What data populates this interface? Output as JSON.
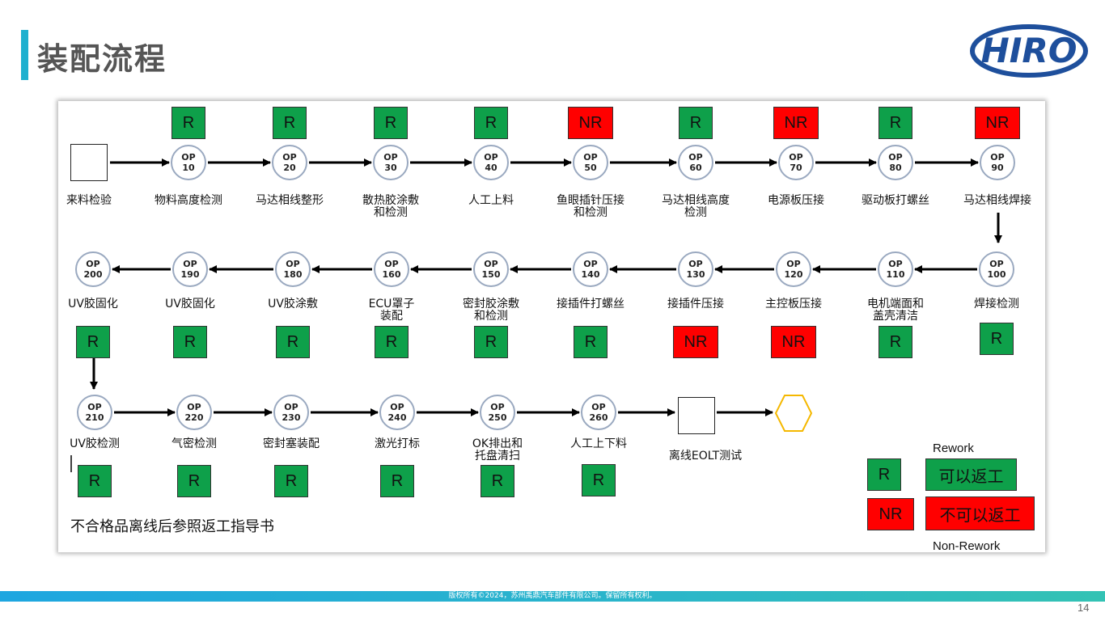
{
  "header": {
    "title": "装配流程",
    "logo_text": "HIRO"
  },
  "colors": {
    "rework": "#0ea04a",
    "non_rework": "#ff0000",
    "accent": "#1fb0cf",
    "logo_blue": "#1e4f9c"
  },
  "steps": {
    "start_label": "来料检验",
    "row1": [
      {
        "op": "OP\n10",
        "label": "物料高度检测",
        "badge": "R"
      },
      {
        "op": "OP\n20",
        "label": "马达相线整形",
        "badge": "R"
      },
      {
        "op": "OP\n30",
        "label": "散热胶涂敷\n和检测",
        "badge": "R"
      },
      {
        "op": "OP\n40",
        "label": "人工上料",
        "badge": "R"
      },
      {
        "op": "OP\n50",
        "label": "鱼眼插针压接\n和检测",
        "badge": "NR"
      },
      {
        "op": "OP\n60",
        "label": "马达相线高度\n检测",
        "badge": "R"
      },
      {
        "op": "OP\n70",
        "label": "电源板压接",
        "badge": "NR"
      },
      {
        "op": "OP\n80",
        "label": "驱动板打螺丝",
        "badge": "R"
      },
      {
        "op": "OP\n90",
        "label": "马达相线焊接",
        "badge": "NR"
      }
    ],
    "row2": [
      {
        "op": "OP\n200",
        "label": "UV胶固化",
        "badge": "R"
      },
      {
        "op": "OP\n190",
        "label": "UV胶固化",
        "badge": "R"
      },
      {
        "op": "OP\n180",
        "label": "UV胶涂敷",
        "badge": "R"
      },
      {
        "op": "OP\n160",
        "label": "ECU罩子\n装配",
        "badge": "R"
      },
      {
        "op": "OP\n150",
        "label": "密封胶涂敷\n和检测",
        "badge": "R"
      },
      {
        "op": "OP\n140",
        "label": "接插件打螺丝",
        "badge": "R"
      },
      {
        "op": "OP\n130",
        "label": "接插件压接",
        "badge": "NR"
      },
      {
        "op": "OP\n120",
        "label": "主控板压接",
        "badge": "NR"
      },
      {
        "op": "OP\n110",
        "label": "电机端面和\n盖壳清洁",
        "badge": "R"
      },
      {
        "op": "OP\n100",
        "label": "焊接检测",
        "badge": "R"
      }
    ],
    "row3": [
      {
        "op": "OP\n210",
        "label": "UV胶检测",
        "badge": "R"
      },
      {
        "op": "OP\n220",
        "label": "气密检测",
        "badge": "R"
      },
      {
        "op": "OP\n230",
        "label": "密封塞装配",
        "badge": "R"
      },
      {
        "op": "OP\n240",
        "label": "激光打标",
        "badge": "R"
      },
      {
        "op": "OP\n250",
        "label": "OK排出和\n托盘清扫",
        "badge": "R"
      },
      {
        "op": "OP\n260",
        "label": "人工上下料",
        "badge": "R"
      }
    ],
    "end_label": "离线EOLT测试"
  },
  "legend": {
    "rework_title": "Rework",
    "non_rework_title": "Non-Rework",
    "r_badge": "R",
    "nr_badge": "NR",
    "r_text": "可以返工",
    "nr_text": "不可以返工"
  },
  "note": "不合格品离线后参照返工指导书",
  "footer": {
    "copyright": "版权所有©2024，苏州禹鼎汽车部件有限公司。保留所有权利。",
    "page_number": "14"
  }
}
